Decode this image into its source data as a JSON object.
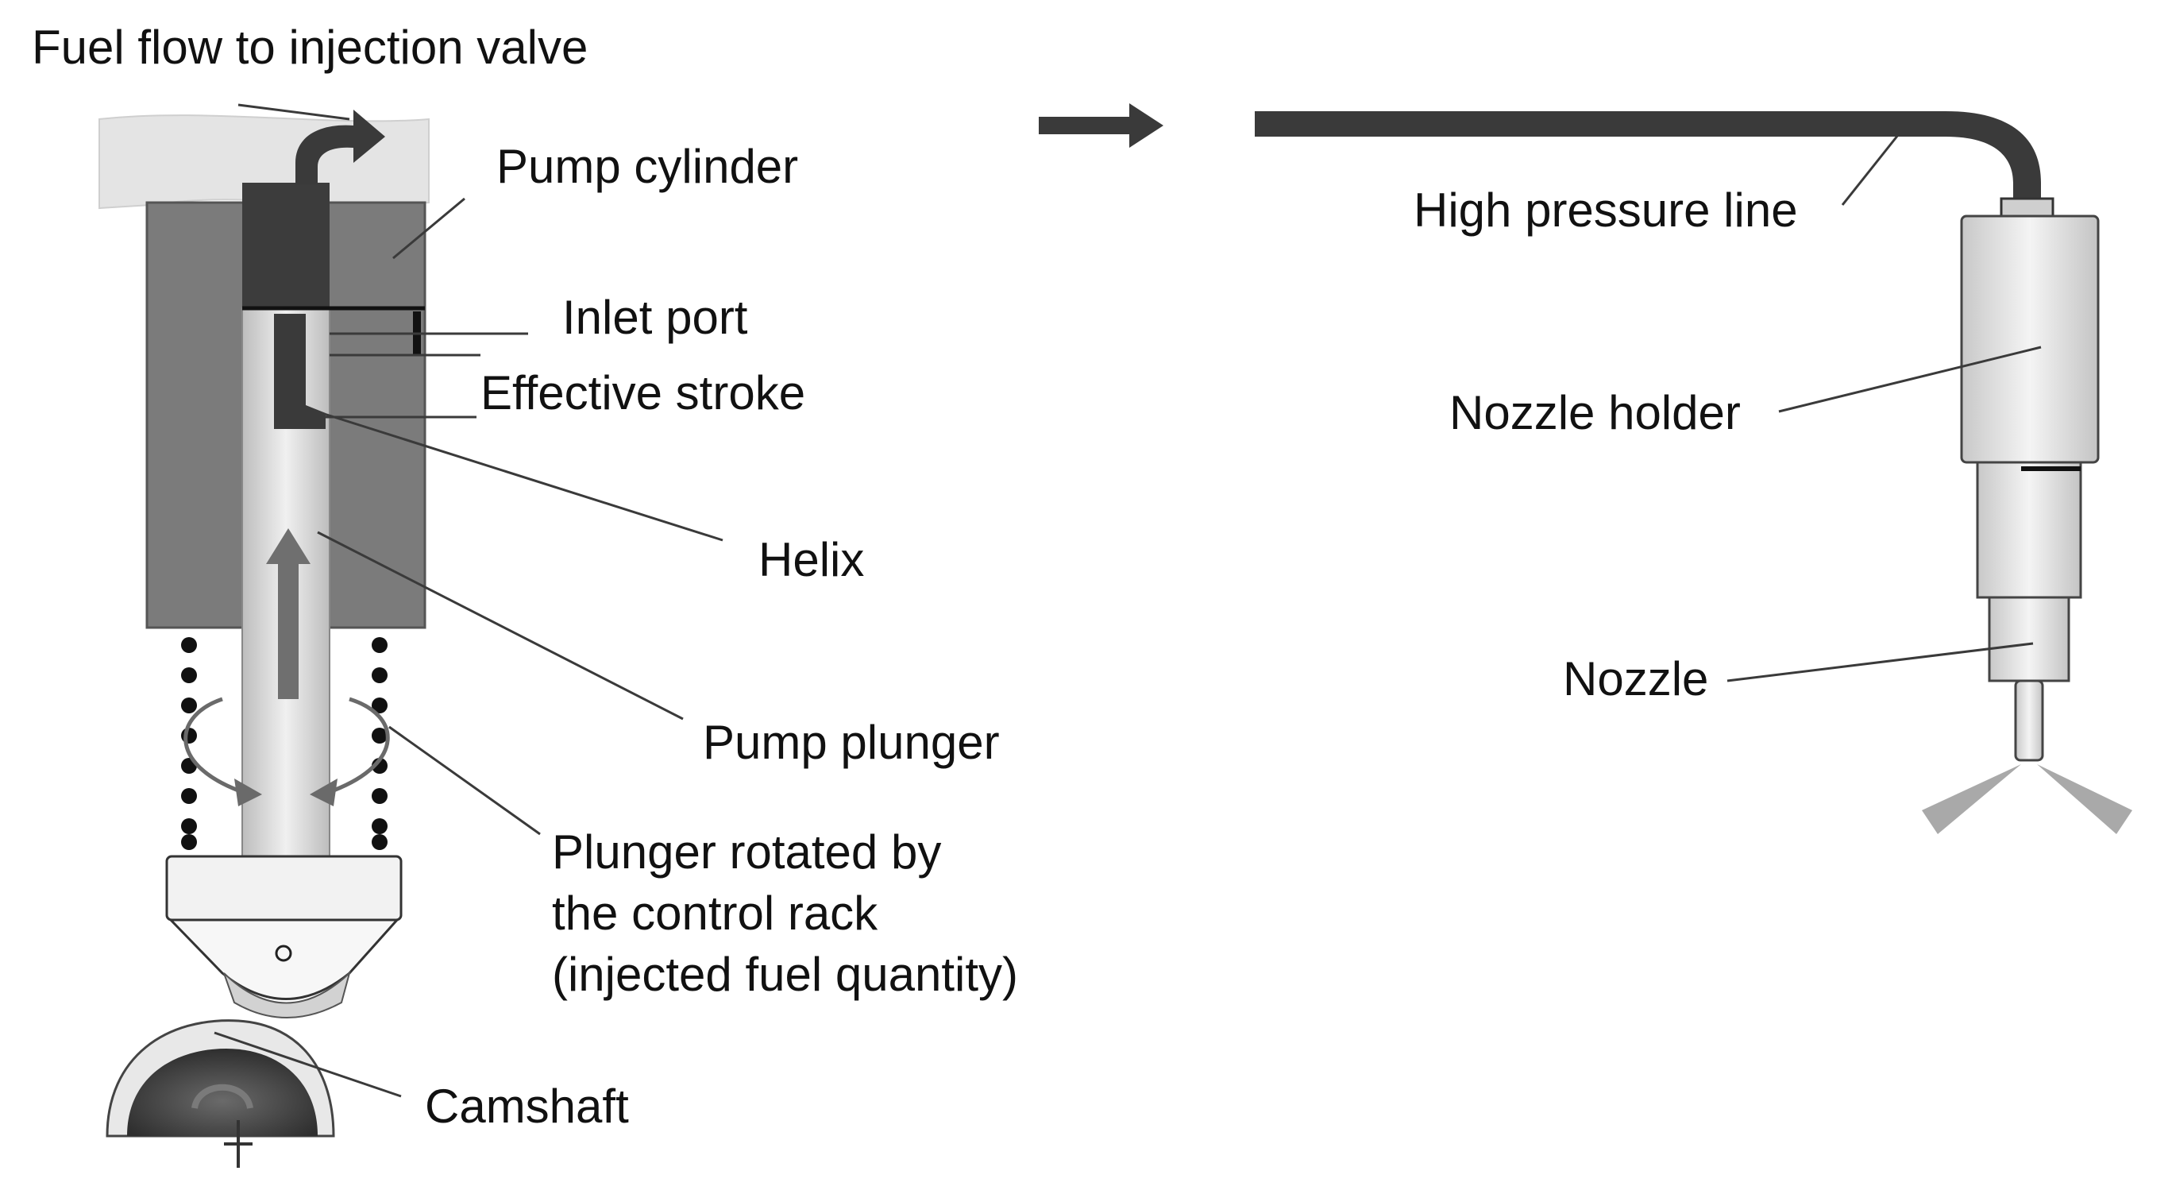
{
  "labels": {
    "fuel_flow": "Fuel flow to injection valve",
    "pump_cylinder": "Pump cylinder",
    "inlet_port": "Inlet port",
    "effective_stroke": "Effective stroke",
    "helix": "Helix",
    "pump_plunger": "Pump plunger",
    "plunger_rotated_line1": "Plunger rotated by",
    "plunger_rotated_line2": "the control rack",
    "plunger_rotated_line3": "(injected fuel quantity)",
    "camshaft": "Camshaft",
    "high_pressure_line": "High pressure line",
    "nozzle_holder": "Nozzle holder",
    "nozzle": "Nozzle"
  },
  "colors": {
    "cylinder_body": "#7a7a7a",
    "dark_part": "#3a3a3a",
    "plunger": "#d8d8d8",
    "fuel_top": "#e6e6e6",
    "line": "#3a3a3a",
    "nozzle_body": "#e2e2e2"
  }
}
